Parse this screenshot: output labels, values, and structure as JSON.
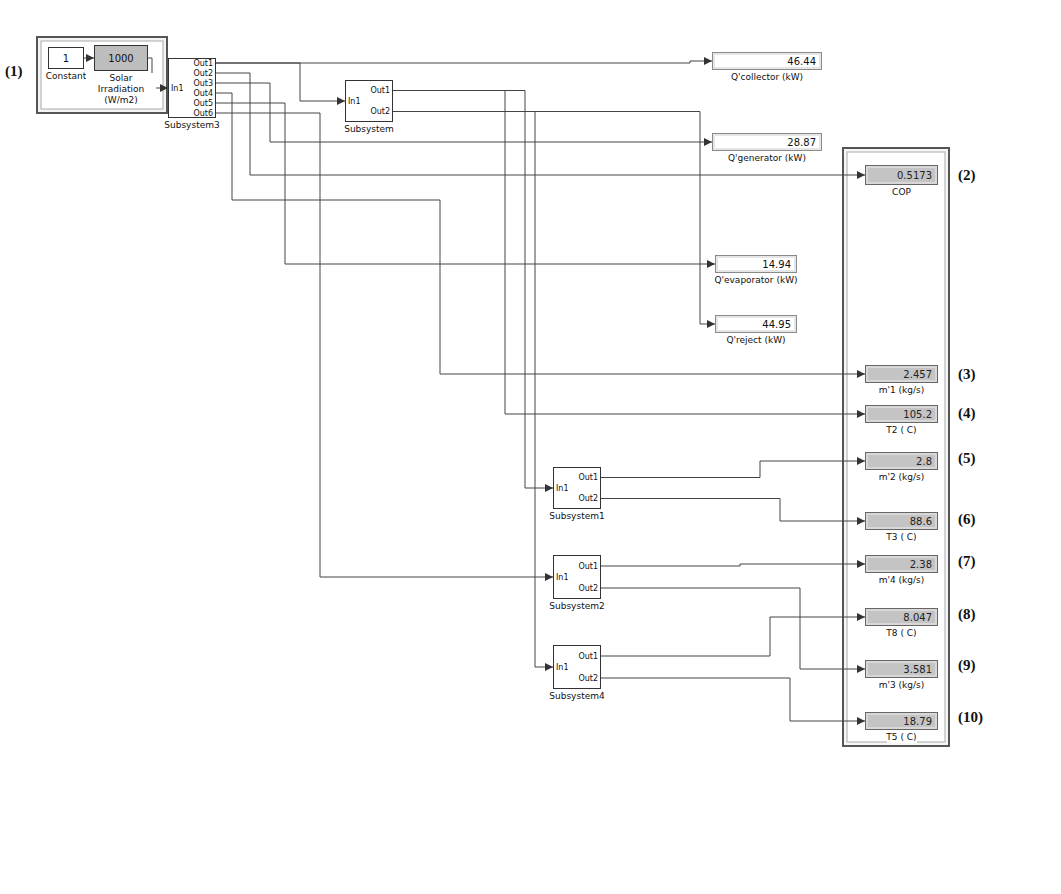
{
  "diagram": {
    "nodes": [
      {
        "text": [
          "1",
          "Constant"
        ]
      },
      {
        "text": [
          "1000",
          "Solar Irradiation (W/m2)"
        ]
      },
      {
        "text": [
          "In1",
          "Out1",
          "Out2",
          "Out3",
          "Out4",
          "Out5",
          "Out6",
          "Subsystem3"
        ]
      },
      {
        "text": [
          "In1",
          "Out1",
          "Out2",
          "Subsystem"
        ]
      },
      {
        "text": [
          "46.44",
          "Q'collector (kW)"
        ]
      },
      {
        "text": [
          "28.87",
          "Q'generator (kW)"
        ]
      },
      {
        "text": [
          "0.5173",
          "COP"
        ]
      },
      {
        "text": [
          "14.94",
          "Q'evaporator (kW)"
        ]
      },
      {
        "text": [
          "44.95",
          "Q'reject (kW)"
        ]
      },
      {
        "text": [
          "2.457",
          "m'1 (kg/s)"
        ]
      },
      {
        "text": [
          "105.2",
          "T2 ( C)"
        ]
      },
      {
        "text": [
          "In1",
          "Out1",
          "Out2",
          "Subsystem1"
        ]
      },
      {
        "text": [
          "2.8",
          "m'2 (kg/s)"
        ]
      },
      {
        "text": [
          "88.6",
          "T3 ( C)"
        ]
      },
      {
        "text": [
          "In1",
          "Out1",
          "Out2",
          "Subsystem2"
        ]
      },
      {
        "text": [
          "2.38",
          "m'4 (kg/s)"
        ]
      },
      {
        "text": [
          "8.047",
          "T8 ( C)"
        ]
      },
      {
        "text": [
          "In1",
          "Out1",
          "Out2",
          "Subsystem4"
        ]
      },
      {
        "text": [
          "3.581",
          "m'3 (kg/s)"
        ]
      },
      {
        "text": [
          "18.79",
          "T5 ( C)"
        ]
      }
    ],
    "edges": [
      {
        "from": 0,
        "to": 1,
        "arrow": "to"
      },
      {
        "from": 1,
        "to": 2,
        "arrow": "to"
      },
      {
        "from": 2,
        "to": 4,
        "arrow": "to"
      },
      {
        "from": 2,
        "to": 3,
        "arrow": "to"
      },
      {
        "from": 2,
        "to": 5,
        "arrow": "to"
      },
      {
        "from": 2,
        "to": 6,
        "arrow": "to"
      },
      {
        "from": 2,
        "to": 7,
        "arrow": "to"
      },
      {
        "from": 2,
        "to": 9,
        "arrow": "to"
      },
      {
        "from": 3,
        "to": 10,
        "arrow": "to"
      },
      {
        "from": 3,
        "to": 8,
        "arrow": "to"
      },
      {
        "from": 3,
        "to": 11,
        "arrow": "to"
      },
      {
        "from": 3,
        "to": 17,
        "arrow": "to"
      },
      {
        "from": 2,
        "to": 14,
        "arrow": "to"
      },
      {
        "from": 11,
        "to": 12,
        "arrow": "to"
      },
      {
        "from": 11,
        "to": 13,
        "arrow": "to"
      },
      {
        "from": 14,
        "to": 15,
        "arrow": "to"
      },
      {
        "from": 14,
        "to": 18,
        "arrow": "to"
      },
      {
        "from": 17,
        "to": 16,
        "arrow": "to"
      },
      {
        "from": 17,
        "to": 19,
        "arrow": "to"
      }
    ],
    "labels": [
      "(1)",
      "(2)",
      "(3)",
      "(4)",
      "(5)",
      "(6)",
      "(7)",
      "(8)",
      "(9)",
      "(10)"
    ]
  }
}
